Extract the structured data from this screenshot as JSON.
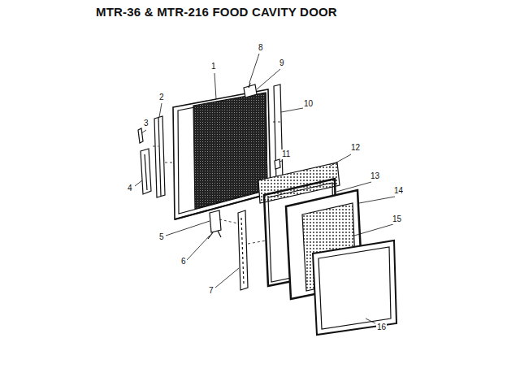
{
  "diagram": {
    "title": "MTR-36 & MTR-216 FOOD CAVITY DOOR",
    "labels": [
      "1",
      "2",
      "3",
      "4",
      "5",
      "6",
      "7",
      "8",
      "9",
      "10",
      "11",
      "12",
      "13",
      "14",
      "15",
      "16"
    ]
  }
}
